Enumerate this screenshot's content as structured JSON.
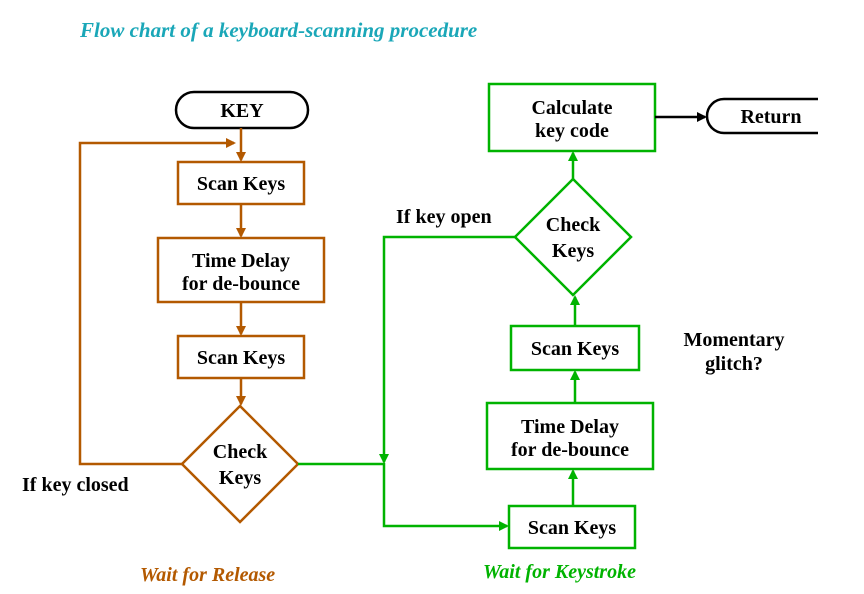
{
  "title": "Flow chart of a keyboard-scanning procedure",
  "colors": {
    "release": "#b35900",
    "keystroke": "#00b300",
    "title": "#1aa7b8",
    "text": "#000000"
  },
  "release_flow": {
    "start": "KEY",
    "scan1": "Scan Keys",
    "delay_line1": "Time Delay",
    "delay_line2": "for de-bounce",
    "scan2": "Scan Keys",
    "check_line1": "Check",
    "check_line2": "Keys",
    "loop_label": "If key closed",
    "section_label": "Wait for Release"
  },
  "keystroke_flow": {
    "scan1": "Scan Keys",
    "delay_line1": "Time Delay",
    "delay_line2": "for de-bounce",
    "scan2": "Scan Keys",
    "check_line1": "Check",
    "check_line2": "Keys",
    "open_label": "If key open",
    "glitch_line1": "Momentary",
    "glitch_line2": "glitch?",
    "calc_line1": "Calculate",
    "calc_line2": "key code",
    "end": "Return",
    "section_label": "Wait for Keystroke"
  }
}
